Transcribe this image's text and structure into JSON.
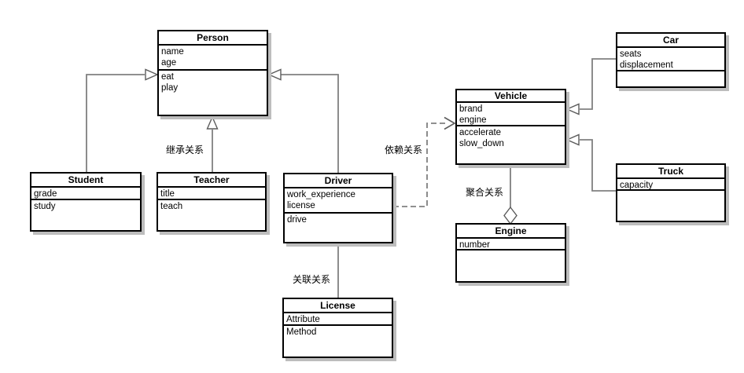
{
  "diagram": {
    "kind": "uml-class-diagram",
    "background_color": "#ffffff",
    "box_border_color": "#000000",
    "box_fill_color": "#ffffff",
    "box_shadow_color": "#bdbdbd",
    "connector_color": "#808080"
  },
  "classes": {
    "person": {
      "name": "Person",
      "attributes": [
        "name",
        "age"
      ],
      "methods": [
        "eat",
        "play"
      ]
    },
    "student": {
      "name": "Student",
      "attributes": [
        "grade"
      ],
      "methods": [
        "study"
      ]
    },
    "teacher": {
      "name": "Teacher",
      "attributes": [
        "title"
      ],
      "methods": [
        "teach"
      ]
    },
    "driver": {
      "name": "Driver",
      "attributes": [
        "work_experience",
        "license"
      ],
      "methods": [
        "drive"
      ]
    },
    "license": {
      "name": "License",
      "attributes": [
        "Attribute"
      ],
      "methods": [
        "Method"
      ]
    },
    "vehicle": {
      "name": "Vehicle",
      "attributes": [
        "brand",
        "engine"
      ],
      "methods": [
        "accelerate",
        "slow_down"
      ]
    },
    "engine": {
      "name": "Engine",
      "attributes": [
        "number"
      ],
      "methods": []
    },
    "car": {
      "name": "Car",
      "attributes": [
        "seats",
        "displacement"
      ],
      "methods": []
    },
    "truck": {
      "name": "Truck",
      "attributes": [
        "capacity"
      ],
      "methods": []
    }
  },
  "relationship_labels": {
    "inheritance": "继承关系",
    "dependency": "依赖关系",
    "association": "关联关系",
    "aggregation": "聚合关系"
  }
}
